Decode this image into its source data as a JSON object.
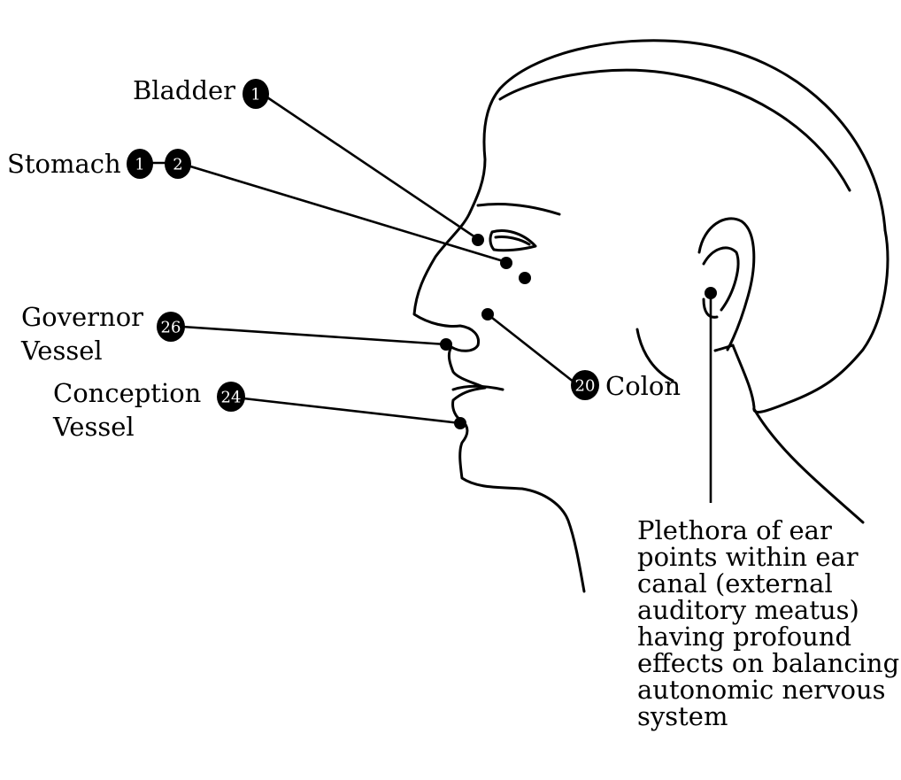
{
  "labels": {
    "bladder": "Bladder",
    "stomach": "Stomach",
    "governor_line1": "Governor",
    "governor_line2": "Vessel",
    "conception_line1": "Conception",
    "conception_line2": "Vessel",
    "colon": "Colon"
  },
  "badges": {
    "bladder": "1",
    "stomach_a": "1",
    "stomach_b": "2",
    "governor": "26",
    "conception": "24",
    "colon": "20"
  },
  "ear_note": [
    "Plethora of ear",
    "points within ear",
    "canal (external",
    "auditory meatus)",
    "having profound",
    "effects on balancing",
    "autonomic nervous",
    "system"
  ]
}
